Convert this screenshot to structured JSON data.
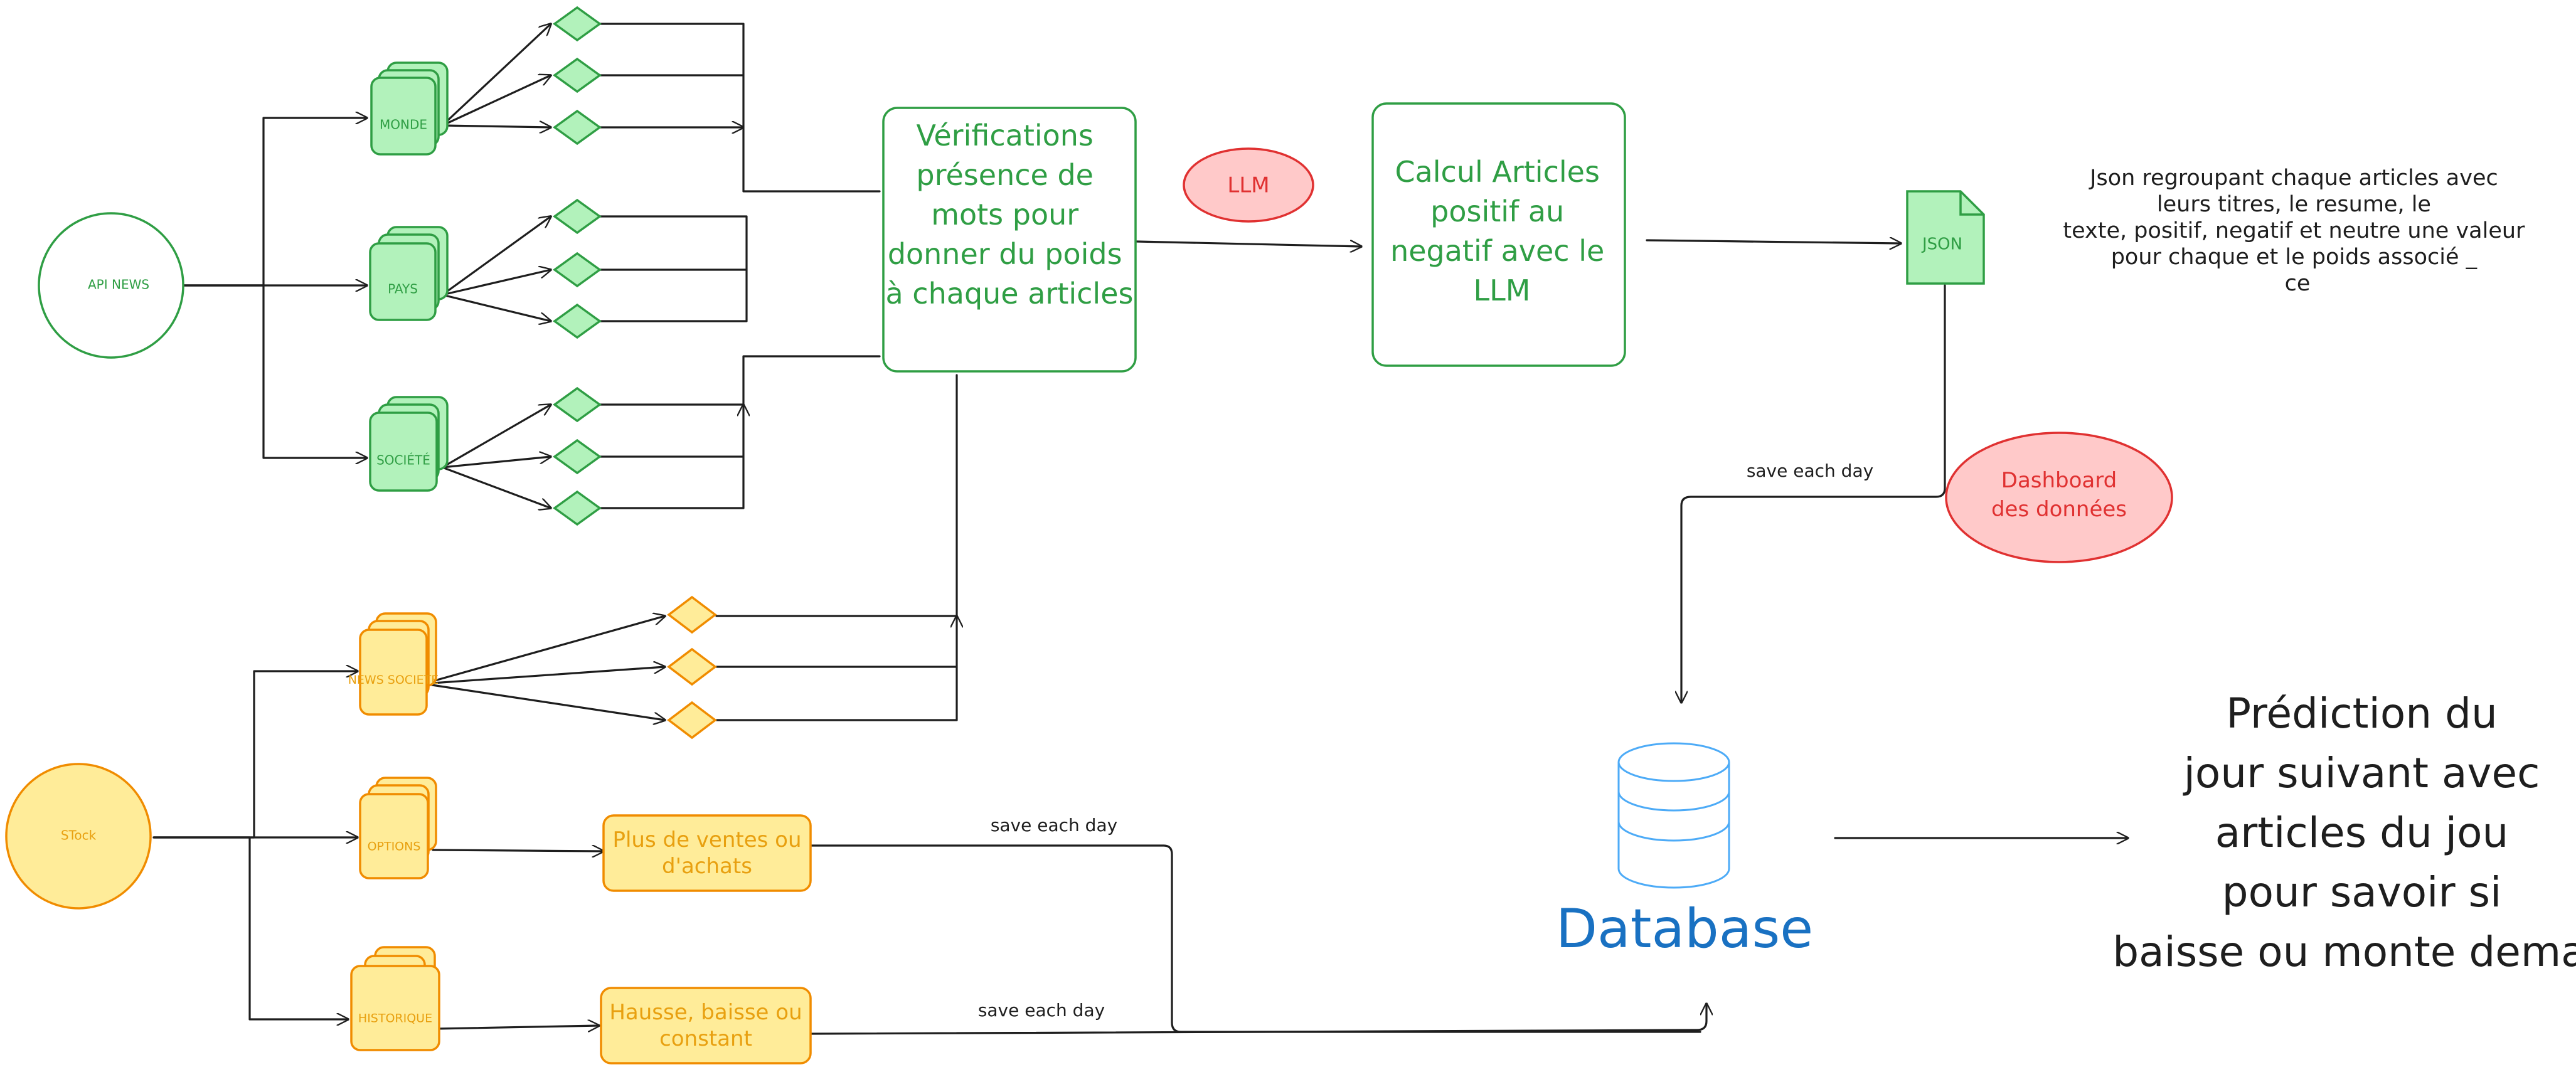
{
  "colors": {
    "green_stroke": "#2f9e44",
    "green_fill": "#b2f2bb",
    "orange_stroke": "#f08c00",
    "orange_fill": "#ffec99",
    "red_stroke": "#e03131",
    "red_fill": "#ffc9c9",
    "blue": "#1971c2",
    "db_stroke": "#4dabf7",
    "line": "#1e1e1e"
  },
  "sources": {
    "api_news": "API NEWS",
    "stock": "STock"
  },
  "api_folders": {
    "monde": "MONDE",
    "pays": "PAYS",
    "societe": "SOCIÉTÉ"
  },
  "stock_folders": {
    "news_societe": "NEWS SOCIETE",
    "options": "OPTIONS",
    "historique": "HISTORIQUE"
  },
  "verification_box": "Vérifications présence de mots pour donner du poids à chaque articles",
  "llm_badge": "LLM",
  "calcul_box": "Calcul Articles positif au negatif avec le LLM",
  "json_file": "JSON",
  "json_note": "Json regroupant chaque articles avec leurs titres, le resume, le texte, positif, negatif et neutre une valeur pour chaque et le poids associé _ ce texte",
  "dashboard_badge": "Dashboard des données",
  "options_box": "Plus de ventes ou d'achats",
  "historique_box": "Hausse, baisse ou constant",
  "edge_labels": {
    "json_to_db": "save each day",
    "options_to_db": "save each day",
    "historique_to_db": "save each day"
  },
  "database_label": "Database",
  "prediction": "Prédiction du jour suivant avec articles du jou pour savoir si baisse ou monte demain"
}
